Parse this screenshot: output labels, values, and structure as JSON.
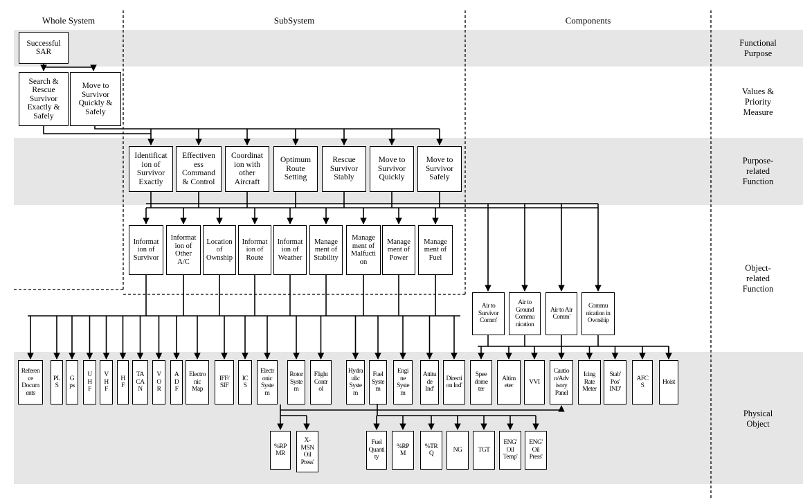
{
  "columns": [
    "Whole System",
    "SubSystem",
    "Components"
  ],
  "levels": [
    "Functional\nPurpose",
    "Values &\nPriority\nMeasure",
    "Purpose-\nrelated\nFunction",
    "Object-\nrelated\nFunction",
    "Physical\nObject"
  ],
  "functional_purpose": [
    "Successful\nSAR"
  ],
  "values_priority": [
    "Search &\nRescue\nSurvivor\nExactly &\nSafely",
    "Move to\nSurvivor\nQuickly &\nSafely"
  ],
  "purpose_related": [
    "Identificat\nion of\nSurvivor\nExactly",
    "Effectiven\ness\nCommand\n& Control",
    "Coordinat\nion with\nother\nAircraft",
    "Optimum\nRoute\nSetting",
    "Rescue\nSurvivor\nStably",
    "Move to\nSurvivor\nQuickly",
    "Move to\nSurvivor\nSafely"
  ],
  "object_related": [
    "Informat\nion of\nSurvivor",
    "Informat\nion of\nOther\nA/C",
    "Location\nof\nOwnship",
    "Informat\nion of\nRoute",
    "Informat\nion of\nWeather",
    "Manage\nment of\nStability",
    "Manage\nment of\nMalfucti\non",
    "Manage\nment of\nPower",
    "Manage\nment of\nFuel"
  ],
  "communication": [
    "Air to\nSurvivor\nComm'",
    "Air to\nGround\nCommu\nnication",
    "Air to Air\nComm'",
    "Commu\nnication in\nOwnship"
  ],
  "physical": [
    "Referen\nce\nDocum\nents",
    "PL\nS",
    "G\nps",
    "U\nH\nF",
    "V\nH\nF",
    "H\nF",
    "TA\nCA\nN",
    "V\nO\nR",
    "A\nD\nF",
    "Electro\nnic\nMap",
    "IFF/\nSIF",
    "IC\nS",
    "Electr\nonic\nSyste\nm",
    "Rotor\nSyste\nm",
    "Flight\nContr\nol",
    "Hydra\nulic\nSyste\nm",
    "Fuel\nSyste\nm",
    "Engi\nne\nSyste\nm",
    "Attitu\nde\nInd'",
    "Directi\non Ind'",
    "Spee\ndome\nter",
    "Altim\neter",
    "VVI",
    "Cautio\nn/Adv\nisory\nPanel",
    "Icing\nRate\nMeter",
    "Stab'\nPos'\nIND'",
    "AFC\nS",
    "Hoist"
  ],
  "sub_components": [
    "%RP\nMR",
    "X-\nMSN\nOil\nPress'",
    "Fuel\nQuanti\nty",
    "%RP\nM",
    "%TR\nQ",
    "NG",
    "TGT",
    "ENG'\nOil\nTemp'",
    "ENG'\nOil\nPress'"
  ]
}
